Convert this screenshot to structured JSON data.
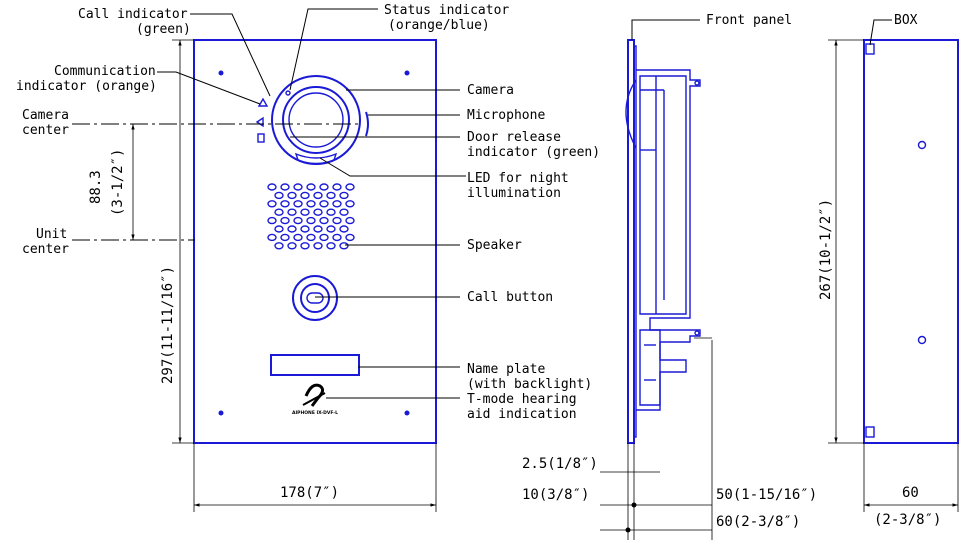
{
  "front_view": {
    "labels": {
      "call_indicator": "Call indicator",
      "call_indicator_color": "(green)",
      "status_indicator": "Status indicator",
      "status_indicator_color": "(orange/blue)",
      "communication_indicator": "Communication",
      "communication_indicator_2": "indicator (orange)",
      "camera_center": "Camera",
      "camera_center_2": "center",
      "unit_center": "Unit",
      "unit_center_2": "center",
      "camera": "Camera",
      "microphone": "Microphone",
      "door_release": "Door release",
      "door_release_2": "indicator (green)",
      "led": "LED for night",
      "led_2": "illumination",
      "speaker": "Speaker",
      "call_button": "Call button",
      "name_plate": "Name plate",
      "name_plate_2": "(with backlight)",
      "tmode": "T-mode hearing",
      "tmode_2": "aid indication",
      "brand_text": "AIPHONE IX-DVF-L"
    },
    "dimensions": {
      "height": "297(11-11/16″)",
      "offset": "88.3",
      "offset_inch": "(3-1/2″)",
      "width": "178(7″)"
    }
  },
  "side_view": {
    "labels": {
      "front_panel": "Front panel"
    },
    "dimensions": {
      "d1": "2.5(1/8″)",
      "d2": "10(3/8″)",
      "d3": "50(1-15/16″)",
      "d4": "60(2-3/8″)"
    }
  },
  "box_view": {
    "labels": {
      "box": "BOX"
    },
    "dimensions": {
      "height": "267(10-1/2″)",
      "depth": "60",
      "depth_inch": "(2-3/8″)"
    }
  },
  "colors": {
    "outline": "#1a1ad6",
    "lines": "#000000"
  }
}
